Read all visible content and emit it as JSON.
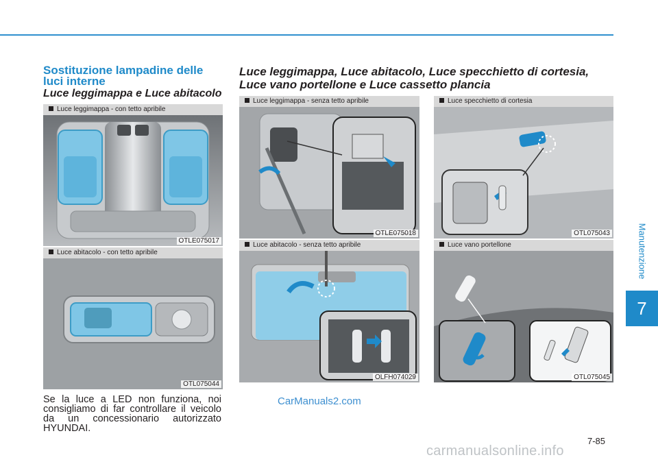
{
  "side_tab": {
    "label": "Manutenzione",
    "chapter": "7"
  },
  "left": {
    "section_title": "Sostituzione lampadine delle luci interne",
    "subtitle": "Luce leggimappa e Luce abitacolo",
    "fig1": {
      "caption": "Luce leggimappa - con tetto apribile",
      "code": "OTLE075017"
    },
    "fig2": {
      "caption": "Luce abitacolo - con tetto apribile",
      "code": "OTL075044"
    },
    "body": "Se la luce a LED non funziona, noi consigliamo di far controllare il veicolo da un concessionario autorizzato HYUNDAI."
  },
  "right": {
    "title": "Luce leggimappa, Luce abitacolo, Luce specchietto di cortesia, Luce vano portellone e Luce cassetto plancia",
    "fig3": {
      "caption": "Luce leggimappa - senza tetto apribile",
      "code": "OTLE075018"
    },
    "fig4": {
      "caption": "Luce specchietto di cortesia",
      "code": "OTL075043"
    },
    "fig5": {
      "caption": "Luce abitacolo - senza tetto apribile",
      "code": "OLFH074029"
    },
    "fig6": {
      "caption": "Luce vano portellone",
      "code": "OTL075045"
    }
  },
  "watermark": "CarManuals2.com",
  "page_number": "7-85",
  "bottom_watermark": "carmanualsonline.info",
  "colors": {
    "accent": "#1f8ac9",
    "lamp_blue": "#7fc6e6",
    "caption_bg": "#d8d8d8"
  }
}
